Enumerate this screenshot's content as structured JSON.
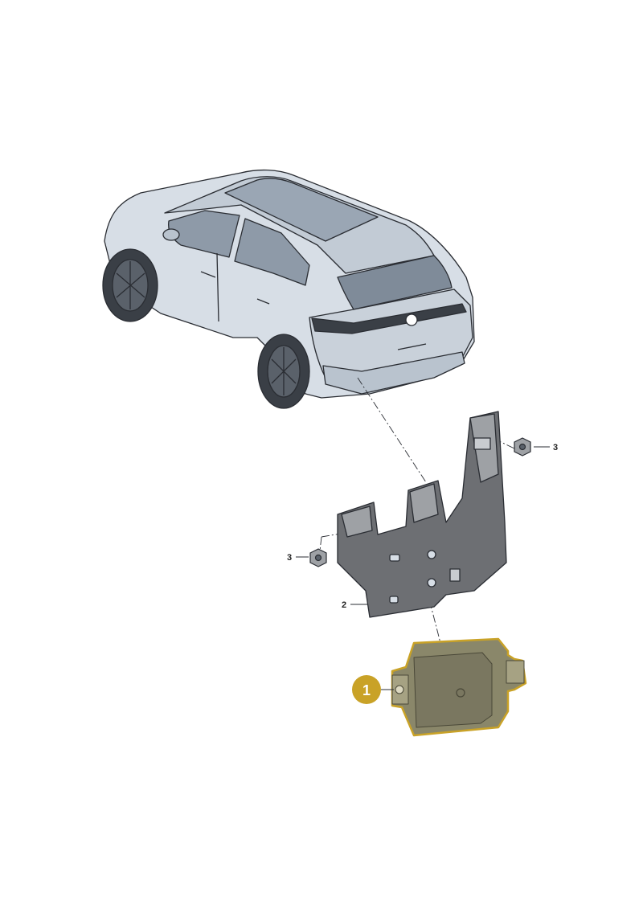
{
  "callouts": {
    "part1": {
      "number": "1"
    },
    "part2": {
      "number": "2"
    },
    "part3_right": {
      "number": "3"
    },
    "part3_left": {
      "number": "3"
    }
  },
  "colors": {
    "highlight": "#c9a227",
    "highlight_fill": "#8a876a",
    "car_body": "#d7dee6",
    "car_shadow": "#a9b4c0",
    "glass": "#8e9aa8",
    "bracket": "#6d6f73",
    "bracket_light": "#9ea1a5",
    "outline": "#2a2d33"
  },
  "icons": {
    "vehicle": "vehicle-illustration",
    "bracket": "bracket-illustration",
    "nut": "hex-nut-icon",
    "module": "radar-sensor-module"
  }
}
